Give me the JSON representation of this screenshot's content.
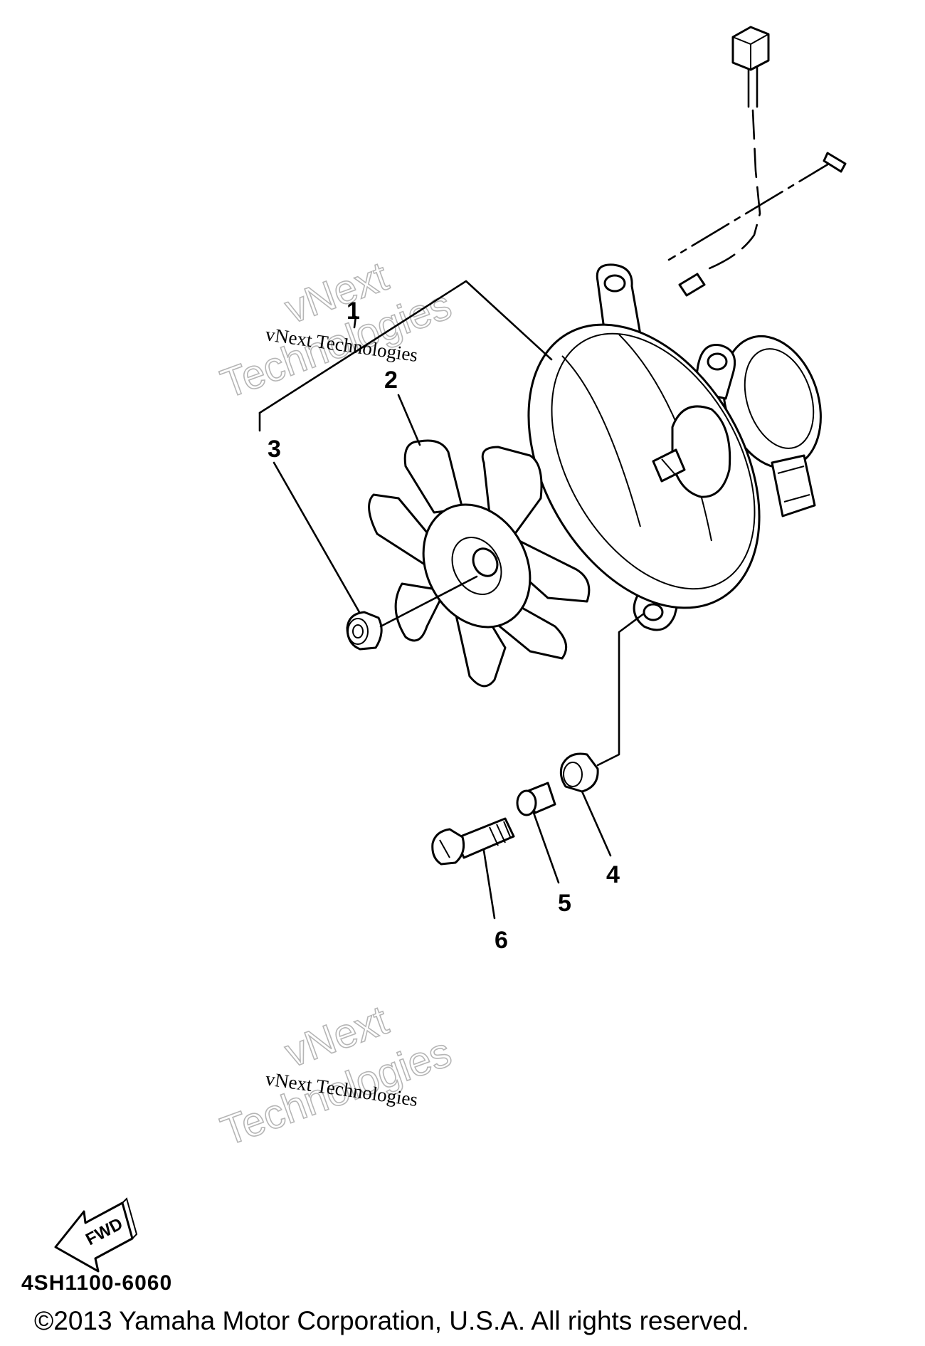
{
  "diagram": {
    "callouts": [
      {
        "id": "1",
        "text": "1"
      },
      {
        "id": "2",
        "text": "2"
      },
      {
        "id": "3",
        "text": "3"
      },
      {
        "id": "4",
        "text": "4"
      },
      {
        "id": "5",
        "text": "5"
      },
      {
        "id": "6",
        "text": "6"
      }
    ],
    "direction_badge": "FWD",
    "diagram_code": "4SH1100-6060",
    "copyright": "©2013 Yamaha Motor Corporation, U.S.A. All rights reserved."
  },
  "watermarks": [
    {
      "line1": "vNext",
      "line2": "Technologies",
      "caption": "vNext Technologies"
    },
    {
      "line1": "vNext",
      "line2": "Technologies",
      "caption": "vNext Technologies"
    }
  ]
}
